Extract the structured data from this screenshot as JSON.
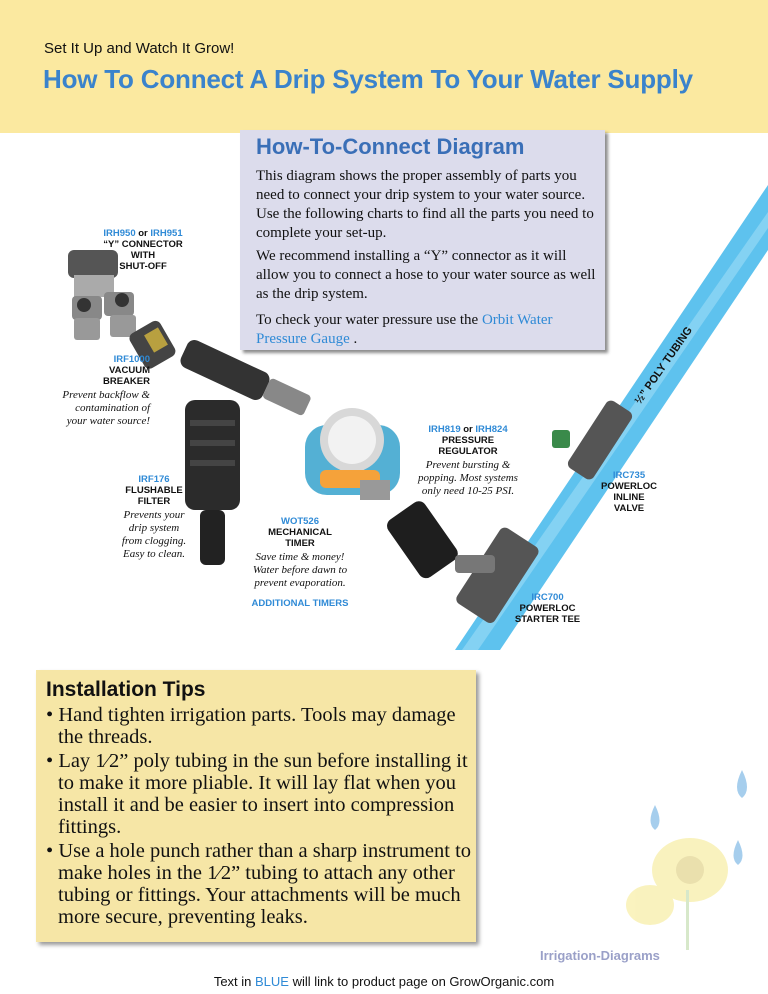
{
  "header": {
    "kicker": "Set It Up and Watch It Grow!",
    "headline": "How To Connect A Drip System To Your Water Supply"
  },
  "diagram_box": {
    "title": "How-To-Connect Diagram",
    "p1": "This diagram shows the proper assembly of parts you need to connect your drip system to your water source. Use the following charts to find all the parts you need to complete your set-up.",
    "p2": "We recommend installing a “Y” connector as it will allow you to connect a hose to your water source as well as the drip system.",
    "p3_prefix": "To check your water pressure use the ",
    "p3_link": "Orbit Water Pressure Gauge",
    "p3_suffix": " ."
  },
  "parts": {
    "y_connector": {
      "code1": "IRH950",
      "or": " or ",
      "code2": "IRH951",
      "name1": "“Y” CONNECTOR",
      "name2": "WITH",
      "name3": "SHUT-OFF"
    },
    "vacuum_breaker": {
      "code": "IRF1000",
      "name1": "VACUUM",
      "name2": "BREAKER",
      "note": "Prevent backflow & contamination of your water source!"
    },
    "filter": {
      "code": "IRF176",
      "name1": "FLUSHABLE",
      "name2": "FILTER",
      "note": "Prevents your drip system from clogging. Easy to clean."
    },
    "timer": {
      "code": "WOT526",
      "name1": "MECHANICAL",
      "name2": "TIMER",
      "note": "Save time & money! Water before dawn to prevent evaporation.",
      "additional": "ADDITIONAL TIMERS"
    },
    "regulator": {
      "code1": "IRH819",
      "or": " or ",
      "code2": "IRH824",
      "name1": "PRESSURE",
      "name2": "REGULATOR",
      "note": "Prevent bursting & popping. Most systems only need 10-25 PSI."
    },
    "inline_valve": {
      "code": "IRC735",
      "name1": "POWERLOC",
      "name2": "INLINE",
      "name3": "VALVE"
    },
    "starter_tee": {
      "code": "IRC700",
      "name1": "POWERLOC",
      "name2": "STARTER TEE"
    }
  },
  "tubing_label": "½” POLY TUBING",
  "tips": {
    "title": "Installation Tips",
    "items": [
      "Hand tighten irrigation parts. Tools may damage the threads.",
      "Lay 1⁄2” poly tubing in the sun before installing it to make it more pliable. It will lay flat when you install it and be easier to insert into compression fittings.",
      "Use a hole punch rather than a sharp instrument to make holes in the 1⁄2” tubing to attach any other tubing or fittings. Your attachments will be much more secure, preventing leaks."
    ]
  },
  "watermark": "Irrigation-Diagrams",
  "footer": {
    "prefix": "Text in ",
    "blue": "BLUE",
    "suffix": " will link to product page on GrowOrganic.com"
  },
  "colors": {
    "accent_blue": "#2f8ad6",
    "banner": "#fbe9a0",
    "tips_bg": "#f6e6a6",
    "box_bg": "#dcdcec"
  }
}
